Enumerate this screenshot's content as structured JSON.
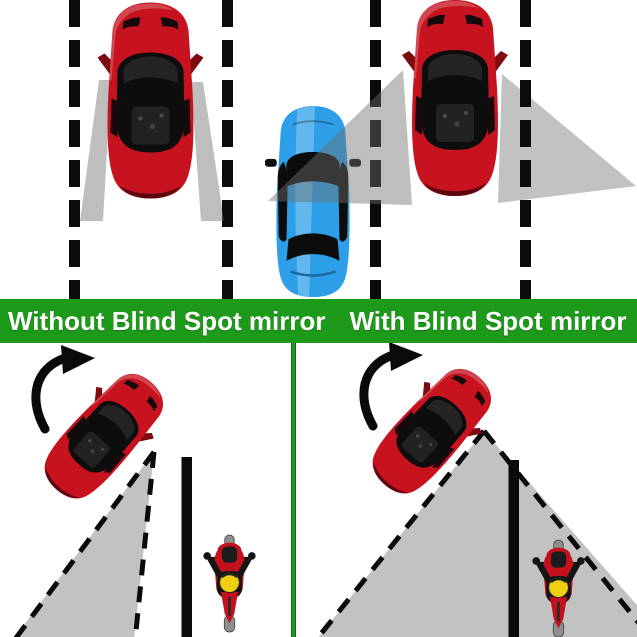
{
  "banner": {
    "left_label": "Without Blind Spot mirror",
    "right_label": "With Blind Spot mirror"
  },
  "colors": {
    "banner-green": "#1e9a1a",
    "divider-green": "#1e9a1a",
    "banner-text": "#ffffff",
    "lane-black": "#0a0a0a",
    "cone-soft": "rgba(110,110,110,0.45)",
    "cone-solid": "#c2c2c2",
    "car-red": "#c6131f",
    "car-red-dark": "#7e0a12",
    "car-blue": "#2d9fe8",
    "moto-red": "#c3101c",
    "moto-yellow": "#efcf10",
    "wheel-gray": "#8f8f8f"
  },
  "icons": {
    "curved-arrow": "lane-change-arrow",
    "motorcycle": "motorcycle-rider-top-view",
    "red-car": "red-sports-car-top-view",
    "blue-car": "blue-sedan-top-view"
  }
}
